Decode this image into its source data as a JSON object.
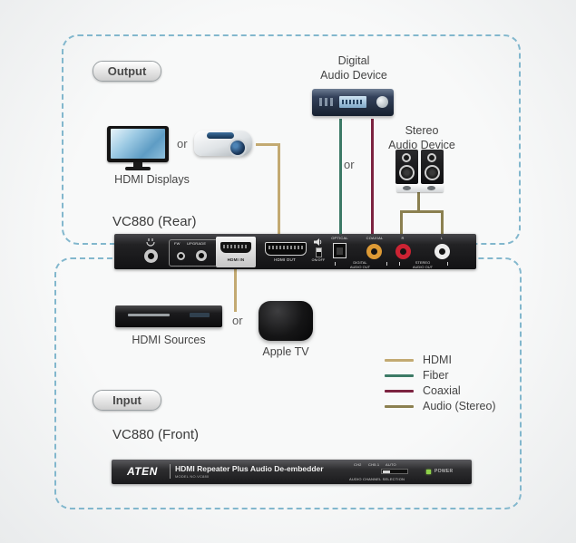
{
  "page": {
    "output_label": "Output",
    "input_label": "Input",
    "or_label": "or"
  },
  "labels": {
    "rear_title": "VC880 (Rear)",
    "front_title": "VC880 (Front)",
    "digital_audio_line1": "Digital",
    "digital_audio_line2": "Audio Device",
    "stereo_audio_line1": "Stereo",
    "stereo_audio_line2": "Audio Device",
    "hdmi_displays": "HDMI Displays",
    "hdmi_sources": "HDMI Sources",
    "apple_tv": "Apple TV"
  },
  "rear_panel": {
    "fw": "FW",
    "upgrade": "UPGRADE",
    "hdmi_in": "HDMI IN",
    "hdmi_out": "HDMI OUT",
    "onoff": "ON/OFF",
    "optical": "OPTICAL",
    "coaxial": "COAXIAL",
    "digital_out_line1": "DIGITAL",
    "digital_out_line2": "AUDIO OUT",
    "r": "R",
    "l": "L",
    "stereo_out_line1": "STEREO",
    "stereo_out_line2": "AUDIO OUT"
  },
  "front_panel": {
    "brand": "ATEN",
    "product": "HDMI Repeater Plus Audio De-embedder",
    "model": "MODEL NO.VC880",
    "ch2": "CH2",
    "ch51": "CH5.1",
    "auto": "AUTO",
    "selection": "AUDIO CHANNEL SELECTION",
    "power": "POWER"
  },
  "legend": {
    "items": [
      {
        "label": "HDMI",
        "color": "#c3aa72"
      },
      {
        "label": "Fiber",
        "color": "#3c7a66"
      },
      {
        "label": "Coaxial",
        "color": "#7c2340"
      },
      {
        "label": "Audio (Stereo)",
        "color": "#8b8050"
      }
    ]
  },
  "colors": {
    "hdmi": "#c3aa72",
    "fiber": "#3c7a66",
    "coaxial": "#7c2340",
    "audio_stereo": "#8b8050",
    "dashed_border": "#82b7cd"
  }
}
